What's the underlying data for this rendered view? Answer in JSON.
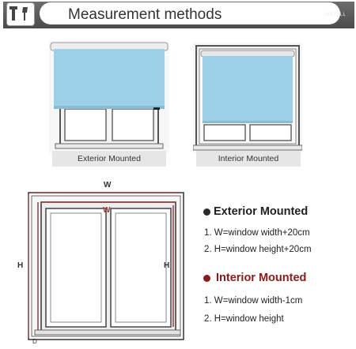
{
  "header": {
    "title": "Measurement methods",
    "tag": "INSTALL",
    "icon": "tools-icon"
  },
  "pictures": {
    "exterior_caption": "Exterior Mounted",
    "interior_caption": "Interior Mounted"
  },
  "diagram": {
    "outer_width_label": "W",
    "inner_width_label": "W",
    "outer_height_label": "H",
    "inner_height_label": "H",
    "depth_label": "D"
  },
  "exterior": {
    "title": "Exterior Mounted",
    "items": [
      "1. W=window width+20cm",
      "2. H=window height+20cm"
    ]
  },
  "interior": {
    "title": "Interior Mounted",
    "items": [
      "1. W=window width-1cm",
      "2. H=window height"
    ]
  },
  "colors": {
    "blind": "#9ccfe8",
    "interior_dot": "#8a1b1b",
    "exterior_dot": "#2b2b2b",
    "measure_line": "#9a3a3a"
  }
}
